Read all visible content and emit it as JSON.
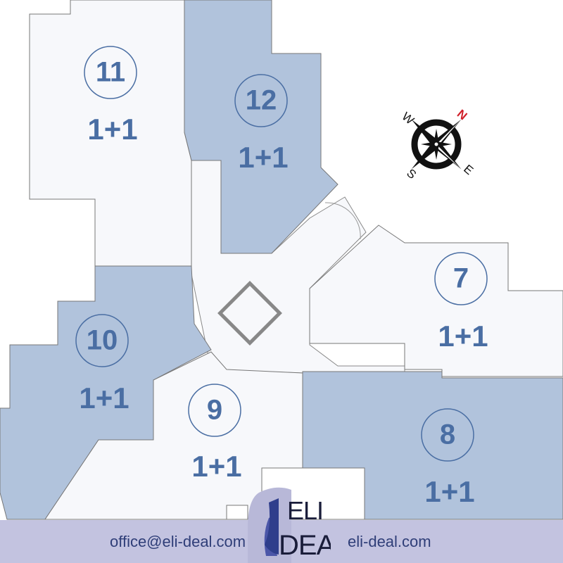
{
  "colors": {
    "light_unit": "#f7f8fb",
    "dark_unit": "#b1c3dc",
    "accent": "#4a6ea3",
    "footer": "#c3c3e0",
    "compass_north": "#d0202a"
  },
  "apartments": [
    {
      "number": "11",
      "type": "1+1",
      "shade": "light"
    },
    {
      "number": "12",
      "type": "1+1",
      "shade": "dark"
    },
    {
      "number": "7",
      "type": "1+1",
      "shade": "light"
    },
    {
      "number": "10",
      "type": "1+1",
      "shade": "dark"
    },
    {
      "number": "9",
      "type": "1+1",
      "shade": "light"
    },
    {
      "number": "8",
      "type": "1+1",
      "shade": "dark"
    }
  ],
  "compass": {
    "north": "N",
    "east": "E",
    "south": "S",
    "west": "W"
  },
  "footer": {
    "email": "office@eli-deal.com",
    "website": "eli-deal.com",
    "logo_line1": "ELI",
    "logo_line2": "DEAL"
  }
}
